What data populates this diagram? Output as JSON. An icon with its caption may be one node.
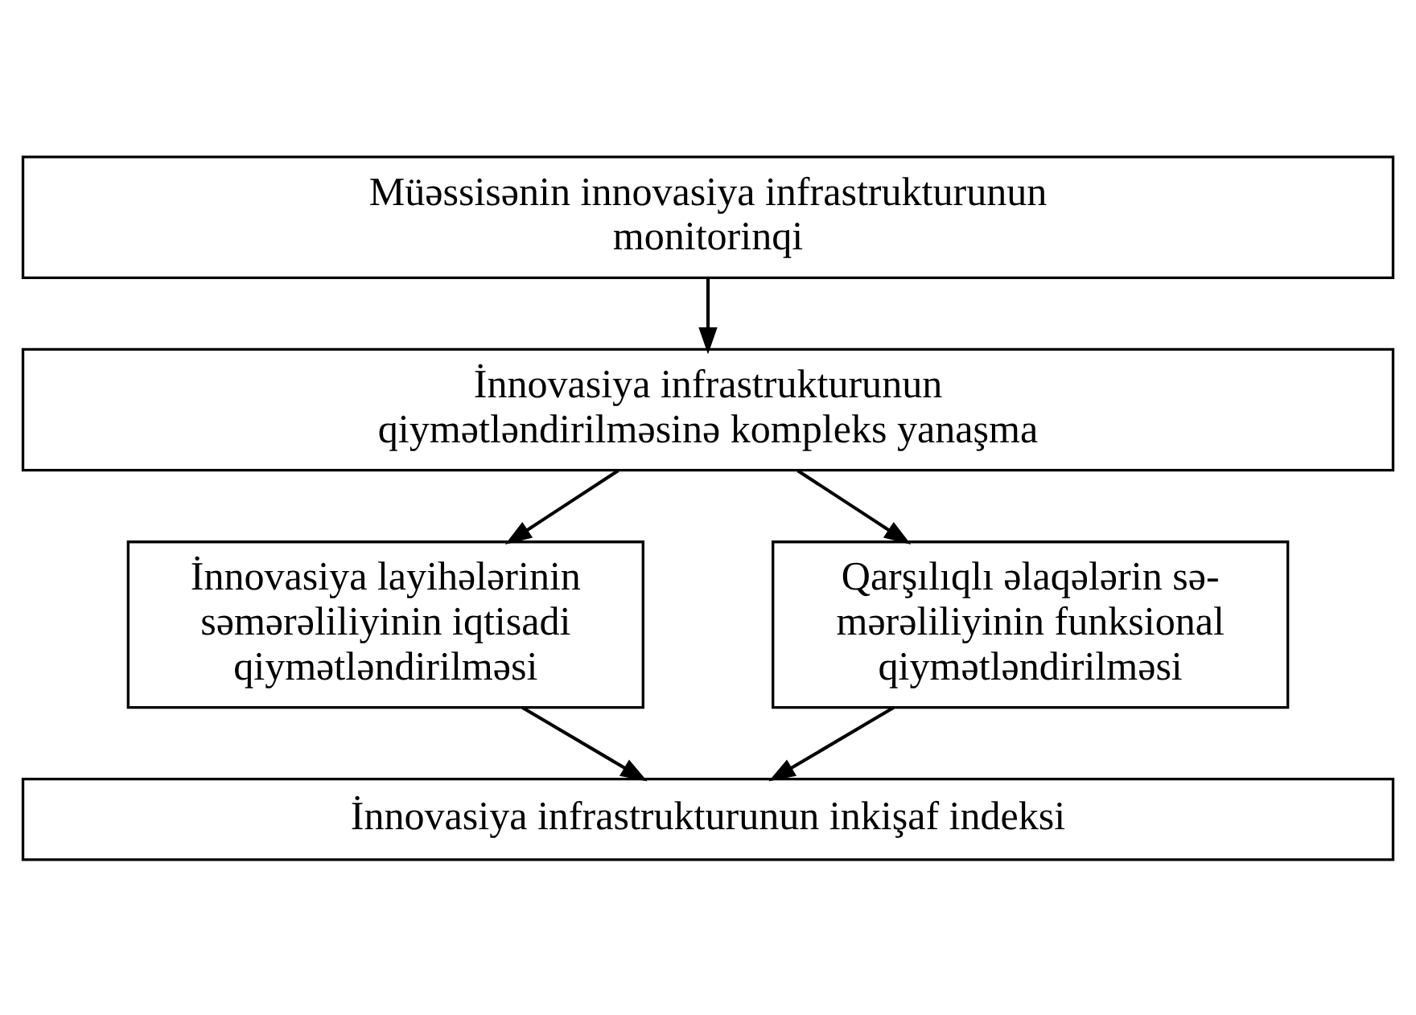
{
  "diagram": {
    "nodes": [
      {
        "text": [
          "Müəssisənin innovasiya infrastrukturunun monitorinqi"
        ]
      },
      {
        "text": [
          "İnnovasiya infrastrukturunun qiymətləndirilməsinə kompleks yanaşma"
        ]
      },
      {
        "text": [
          "İnnovasiya layihələrinin səmərəliliyinin iqtisadi qiymətləndirilməsi"
        ]
      },
      {
        "text": [
          "Qarşılıqlı əlaqələrin sə- mərəliliyinin funksional qiymətləndirilməsi"
        ]
      },
      {
        "text": [
          "İnnovasiya infrastrukturunun inkişaf indeksi"
        ]
      }
    ],
    "edges": [
      {
        "from": 0,
        "to": 1,
        "arrow": "to"
      },
      {
        "from": 1,
        "to": 2,
        "arrow": "to"
      },
      {
        "from": 1,
        "to": 3,
        "arrow": "to"
      },
      {
        "from": 2,
        "to": 4,
        "arrow": "to"
      },
      {
        "from": 3,
        "to": 4,
        "arrow": "to"
      }
    ]
  }
}
